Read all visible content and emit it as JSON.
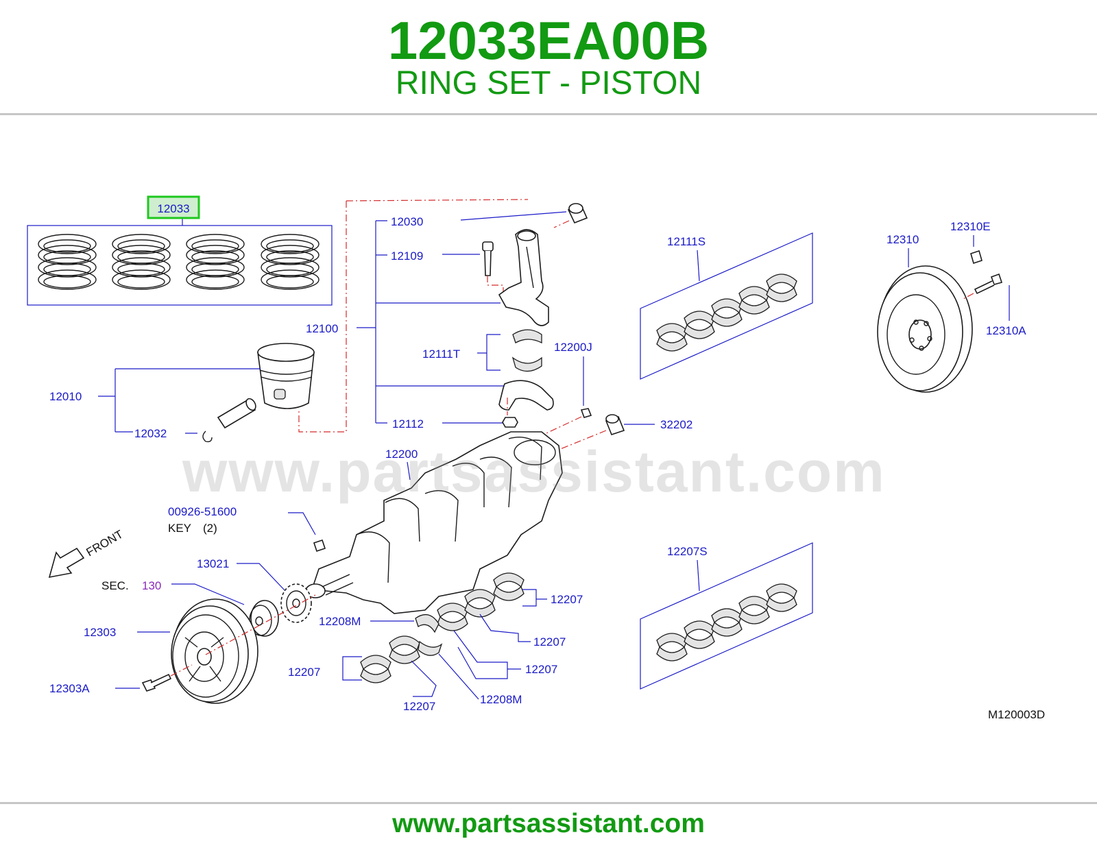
{
  "header": {
    "part_number": "12033EA00B",
    "part_name": "RING SET - PISTON"
  },
  "diagram": {
    "watermark": "www.partsassistant.com",
    "code": "M120003D",
    "highlight_color": "#1ec81e",
    "label_color": "#1a1ac8",
    "callouts": {
      "c12033": "12033",
      "c12030": "12030",
      "c12109": "12109",
      "c12100": "12100",
      "c12111T": "12111T",
      "c12200J": "12200J",
      "c12010": "12010",
      "c12032": "12032",
      "c12112": "12112",
      "c32202": "32202",
      "c12111S": "12111S",
      "c12310": "12310",
      "c12310E": "12310E",
      "c12310A": "12310A",
      "c12200": "12200",
      "c00926": "00926-51600",
      "key": "KEY",
      "key_qty": "(2)",
      "front": "FRONT",
      "sec": "SEC.",
      "sec_no": "130",
      "c13021": "13021",
      "c12303": "12303",
      "c12303A": "12303A",
      "c12208M_a": "12208M",
      "c12208M_b": "12208M",
      "c12207_a": "12207",
      "c12207_b": "12207",
      "c12207_c": "12207",
      "c12207_d": "12207",
      "c12207_e": "12207",
      "c12207S": "12207S"
    }
  },
  "footer": {
    "site": "www.partsassistant.com"
  }
}
